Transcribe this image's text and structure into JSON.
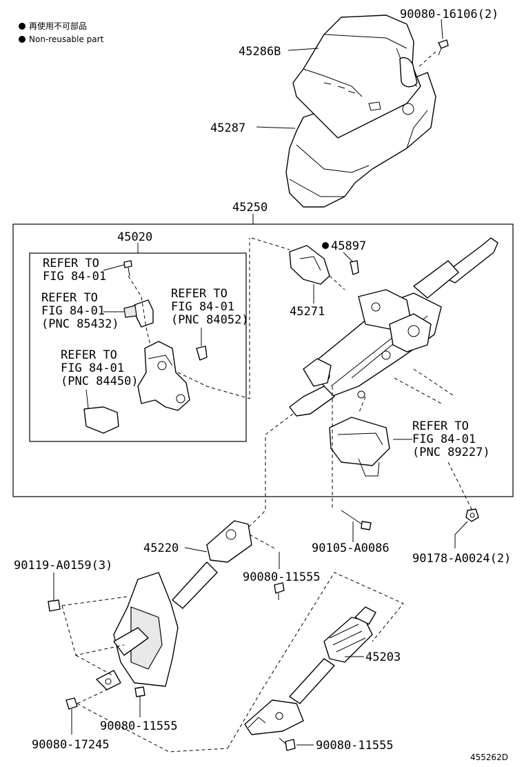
{
  "legend": {
    "item_jp": "再使用不可部品",
    "item_en": "Non-reusable part"
  },
  "labels": {
    "p_90080_16106": "90080-16106(2)",
    "p_45286B": "45286B",
    "p_45287": "45287",
    "p_45250": "45250",
    "p_45020": "45020",
    "p_45897": "45897",
    "p_45271": "45271",
    "p_45220": "45220",
    "p_90105_A0086": "90105-A0086",
    "p_90178_A0024": "90178-A0024(2)",
    "p_90119_A0159": "90119-A0159(3)",
    "p_90080_11555_a": "90080-11555",
    "p_90080_11555_b": "90080-11555",
    "p_90080_11555_c": "90080-11555",
    "p_90080_17245": "90080-17245",
    "p_45203": "45203"
  },
  "refs": {
    "r1": {
      "l1": "REFER TO",
      "l2": "FIG 84-01"
    },
    "r2": {
      "l1": "REFER TO",
      "l2": "FIG 84-01",
      "l3": "(PNC 85432)"
    },
    "r3": {
      "l1": "REFER TO",
      "l2": "FIG 84-01",
      "l3": "(PNC 84052)"
    },
    "r4": {
      "l1": "REFER TO",
      "l2": "FIG 84-01",
      "l3": "(PNC 84450)"
    },
    "r5": {
      "l1": "REFER TO",
      "l2": "FIG 84-01",
      "l3": "(PNC 89227)"
    }
  },
  "diagram_id": "455262D",
  "colors": {
    "line": "#000000",
    "background": "#ffffff"
  }
}
